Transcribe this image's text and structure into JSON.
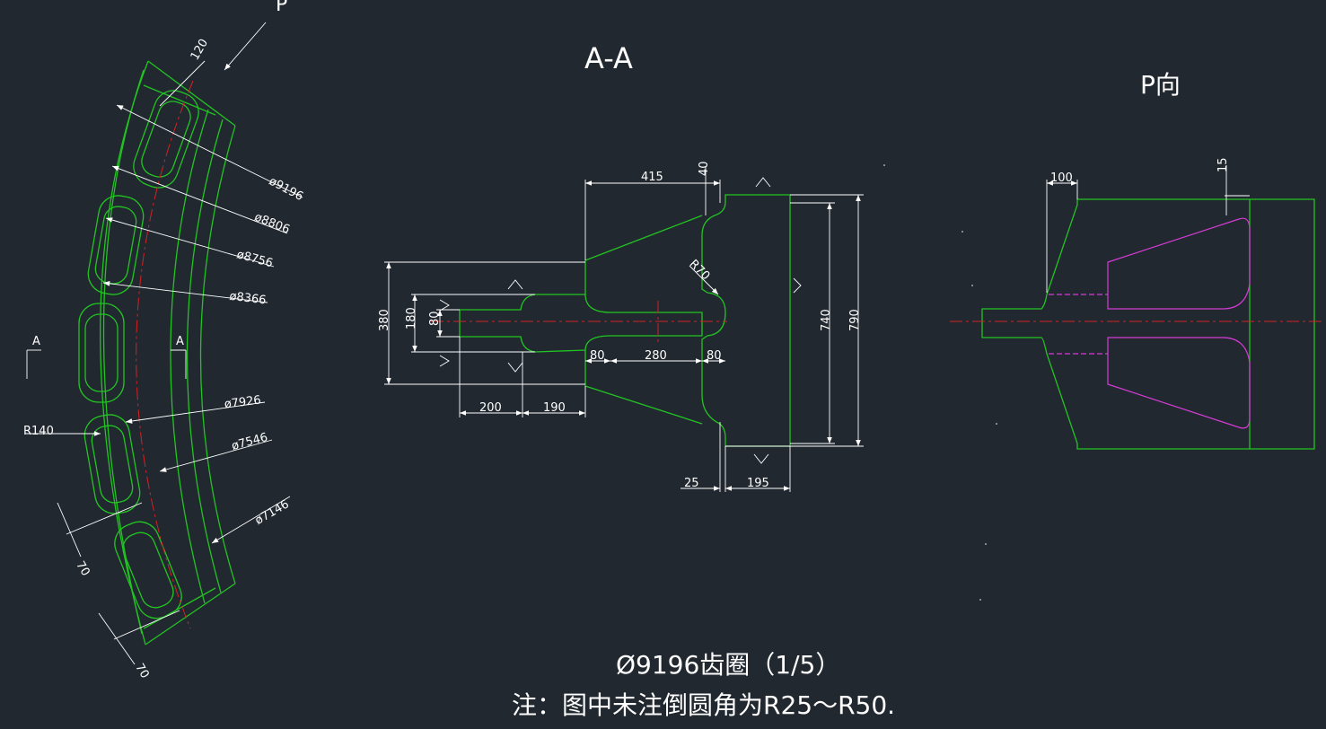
{
  "views": {
    "arc_view": {
      "view_label": "P",
      "section_marks": [
        "A",
        "A"
      ],
      "dims": {
        "d120": "120",
        "d9196": "ø9196",
        "d8806": "ø8806",
        "d8756": "ø8756",
        "d8366": "ø8366",
        "d7926": "ø7926",
        "d7546": "ø7546",
        "d7146": "ø7146",
        "r140": "R140",
        "d70a": "70",
        "d70b": "70"
      }
    },
    "section_aa": {
      "title": "A-A",
      "dims": {
        "d415": "415",
        "d40": "40",
        "d380": "380",
        "d180": "180",
        "d80v": "80",
        "d200": "200",
        "d190": "190",
        "d80a": "80",
        "d280": "280",
        "d80b": "80",
        "r70": "R70",
        "d740": "740",
        "d790": "790",
        "d25": "25",
        "d195": "195"
      }
    },
    "p_view": {
      "title": "P向",
      "dims": {
        "d100": "100",
        "d15": "15"
      }
    }
  },
  "footer": {
    "title": "Ø9196齿圈（1/5）",
    "note": "注：图中未注倒圆角为R25～R50."
  }
}
